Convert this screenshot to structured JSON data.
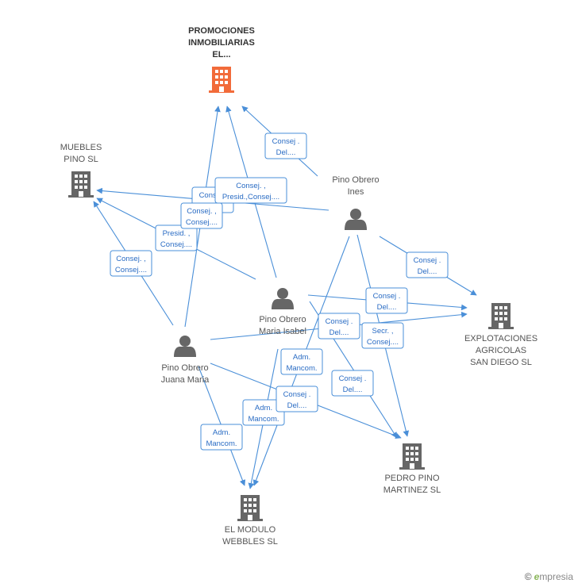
{
  "nodes": [
    {
      "id": "promociones",
      "type": "company",
      "highlight": true,
      "label": [
        "PROMOCIONES",
        "INMOBILIARIAS",
        "EL..."
      ]
    },
    {
      "id": "muebles",
      "type": "company",
      "label": [
        "MUEBLES",
        "PINO SL"
      ]
    },
    {
      "id": "explotaciones",
      "type": "company",
      "label": [
        "EXPLOTACIONES",
        "AGRICOLAS",
        "SAN DIEGO SL"
      ]
    },
    {
      "id": "pedro",
      "type": "company",
      "label": [
        "PEDRO PINO",
        "MARTINEZ SL"
      ]
    },
    {
      "id": "modulo",
      "type": "company",
      "label": [
        "EL MODULO",
        "WEBBLES  SL"
      ]
    },
    {
      "id": "ines",
      "type": "person",
      "label": [
        "Pino Obrero",
        "Ines"
      ]
    },
    {
      "id": "isabel",
      "type": "person",
      "label": [
        "Pino Obrero",
        "Maria Isabel"
      ]
    },
    {
      "id": "juana",
      "type": "person",
      "label": [
        "Pino Obrero",
        "Juana Maria"
      ]
    }
  ],
  "edges": [
    {
      "from": "ines",
      "to": "promociones",
      "label": [
        "Consej .",
        "Del...."
      ]
    },
    {
      "from": "ines",
      "to": "muebles",
      "label": [
        "Consej .",
        "Del...."
      ]
    },
    {
      "from": "ines",
      "to": "explotaciones",
      "label": [
        "Consej .",
        "Del...."
      ]
    },
    {
      "from": "ines",
      "to": "pedro",
      "label": [
        "Secr. ,",
        "Consej...."
      ]
    },
    {
      "from": "ines",
      "to": "modulo",
      "label": [
        "Adm.",
        "Mancom."
      ]
    },
    {
      "from": "isabel",
      "to": "promociones",
      "label": [
        "Consej. ,",
        "Presid.,Consej...."
      ]
    },
    {
      "from": "isabel",
      "to": "muebles",
      "label": [
        "Presid. ,",
        "Consej...."
      ]
    },
    {
      "from": "isabel",
      "to": "explotaciones",
      "label": [
        "Consej .",
        "Del...."
      ]
    },
    {
      "from": "isabel",
      "to": "pedro",
      "label": [
        "Consej .",
        "Del...."
      ]
    },
    {
      "from": "isabel",
      "to": "modulo",
      "label": [
        "Adm.",
        "Mancom."
      ]
    },
    {
      "from": "juana",
      "to": "promociones",
      "label": [
        "Consej. ,",
        "Consej...."
      ]
    },
    {
      "from": "juana",
      "to": "muebles",
      "label": [
        "Consej. ,",
        "Consej...."
      ]
    },
    {
      "from": "juana",
      "to": "explotaciones",
      "label": [
        "Consej .",
        "Del...."
      ]
    },
    {
      "from": "juana",
      "to": "pedro",
      "label": [
        "Consej .",
        "Del...."
      ]
    },
    {
      "from": "juana",
      "to": "modulo",
      "label": [
        "Adm.",
        "Mancom."
      ]
    }
  ],
  "colors": {
    "edge": "#4a8fd8",
    "company": "#666666",
    "highlight": "#f26b3a",
    "person": "#666666"
  },
  "brand": {
    "copyright": "©",
    "text": "mpresia",
    "initial": "e"
  }
}
